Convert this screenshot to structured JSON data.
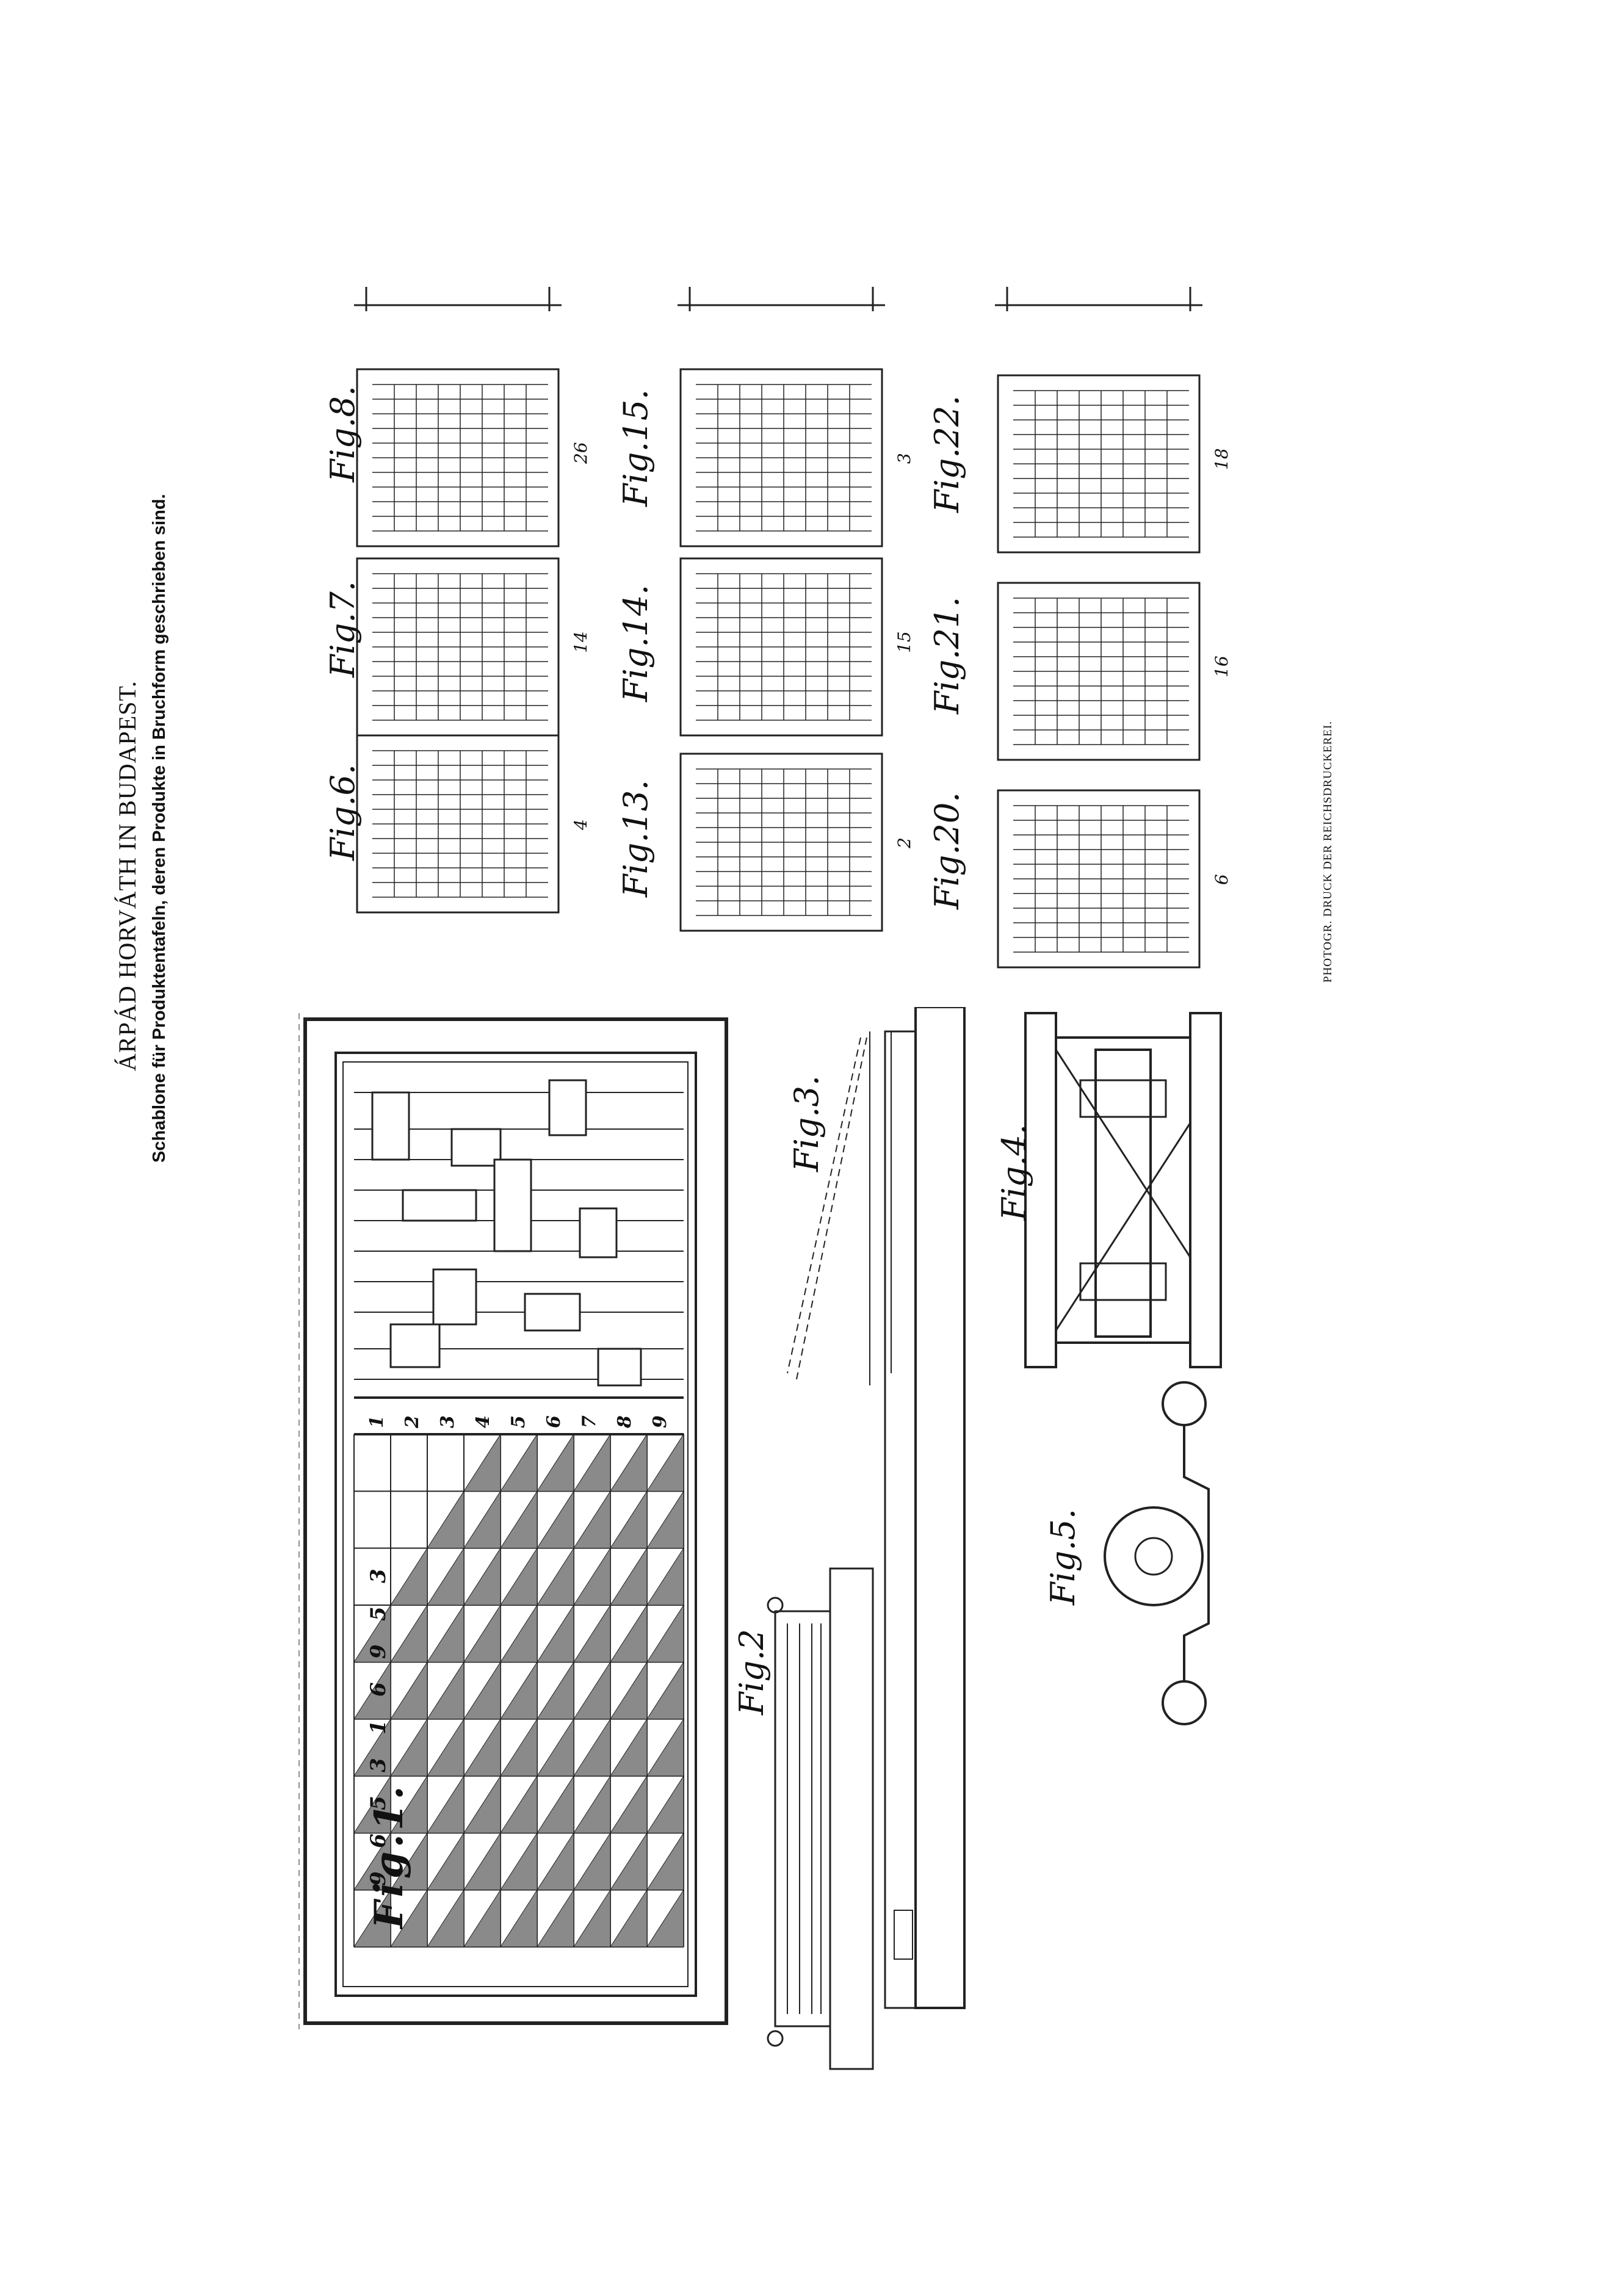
{
  "header": {
    "title": "ÁRPÁD HORVÁTH IN BUDAPEST.",
    "subtitle": "Schablone für Produktentafeln, deren Produkte in Bruchform geschrieben sind."
  },
  "figures": {
    "fig1": "Fig.1.",
    "fig2": "Fig.2",
    "fig3": "Fig.3.",
    "fig4": "Fig.4.",
    "fig5": "Fig.5.",
    "fig6": "Fig.6.",
    "fig7": "Fig.7.",
    "fig8": "Fig.8.",
    "fig13": "Fig.13.",
    "fig14": "Fig.14.",
    "fig15": "Fig.15.",
    "fig20": "Fig.20.",
    "fig21": "Fig.21.",
    "fig22": "Fig.22."
  },
  "panel_numbers": {
    "fig6": "4",
    "fig7": "14",
    "fig8": "26",
    "fig13": "2",
    "fig14": "15",
    "fig15": "3",
    "fig20": "6",
    "fig21": "16",
    "fig22": "18"
  },
  "fig1_header_digits": [
    "9",
    "6",
    "5",
    "3",
    "1",
    "6",
    "9",
    "5",
    "3"
  ],
  "fig1_row_digits": [
    "1",
    "2",
    "3",
    "4",
    "5",
    "6",
    "7",
    "8",
    "9"
  ],
  "footer": {
    "printer": "PHOTOGR. DRUCK DER REICHSDRUCKEREI."
  }
}
